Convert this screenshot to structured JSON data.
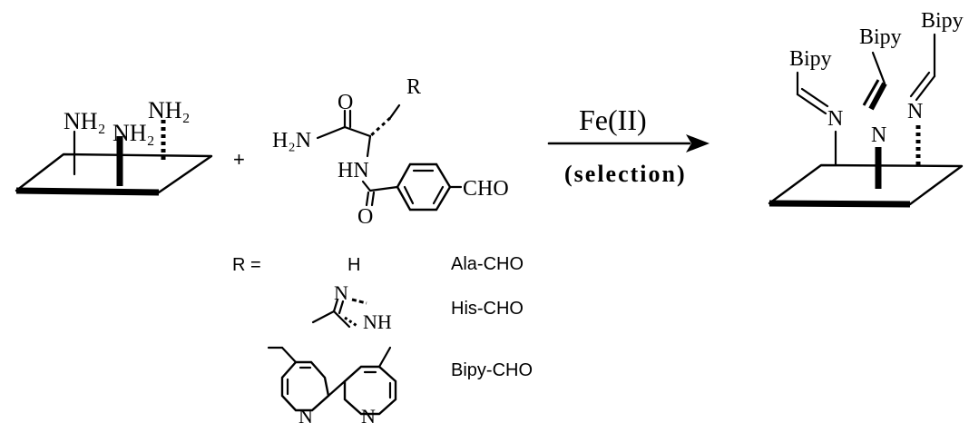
{
  "reactant_amine": {
    "nh2_left": "NH₂",
    "nh_center": "NH₂",
    "nh2_right": "NH₂"
  },
  "plus_sign": "+",
  "aldehyde": {
    "r_group": "R",
    "h2n": "H₂N",
    "carbonyl_o_top": "O",
    "hn": "HN",
    "carbonyl_o_bottom": "O",
    "cho": "CHO"
  },
  "reaction_arrow": {
    "reagent": "Fe(II)",
    "condition": "(selection)"
  },
  "product": {
    "bipy_1": "Bipy",
    "bipy_2": "Bipy",
    "bipy_3": "Bipy",
    "n_1": "N",
    "n_2": "N",
    "n_3": "N"
  },
  "r_definitions": {
    "r_equals": "R =",
    "h_label": "H",
    "ala_label": "Ala-CHO",
    "his_n": "N",
    "his_nh": "NH",
    "his_label": "His-CHO",
    "bipy_n_left": "N",
    "bipy_n_right": "N",
    "bipy_label": "Bipy-CHO"
  }
}
